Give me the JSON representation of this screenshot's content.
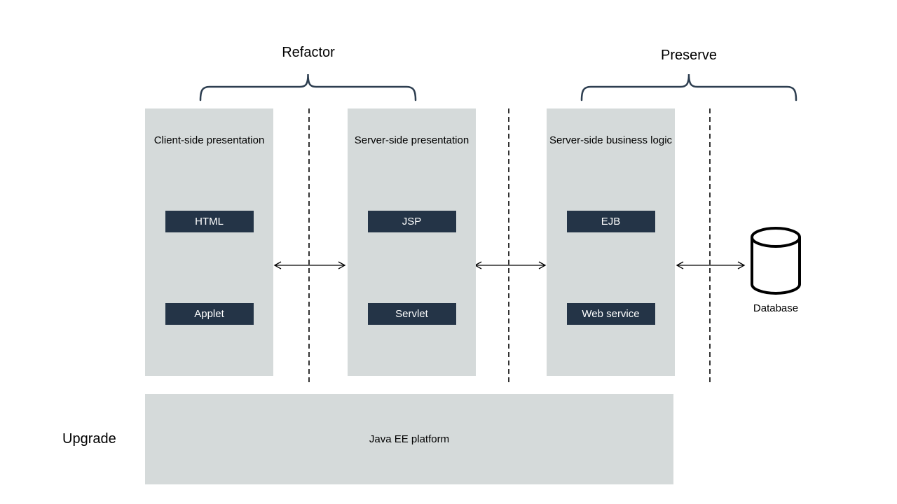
{
  "annotations": {
    "refactor": "Refactor",
    "preserve": "Preserve",
    "upgrade": "Upgrade"
  },
  "columns": [
    {
      "title": "Client-side presentation",
      "boxes": [
        "HTML",
        "Applet"
      ]
    },
    {
      "title": "Server-side presentation",
      "boxes": [
        "JSP",
        "Servlet"
      ]
    },
    {
      "title": "Server-side business logic",
      "boxes": [
        "EJB",
        "Web service"
      ]
    }
  ],
  "database": {
    "label": "Database"
  },
  "platform": {
    "label": "Java EE platform"
  },
  "colors": {
    "column_background": "#d5dada",
    "tech_box_background": "#243447",
    "tech_box_text": "#ffffff",
    "brace_stroke": "#2d3e50",
    "line_stroke": "#000000",
    "page_background": "#ffffff"
  }
}
